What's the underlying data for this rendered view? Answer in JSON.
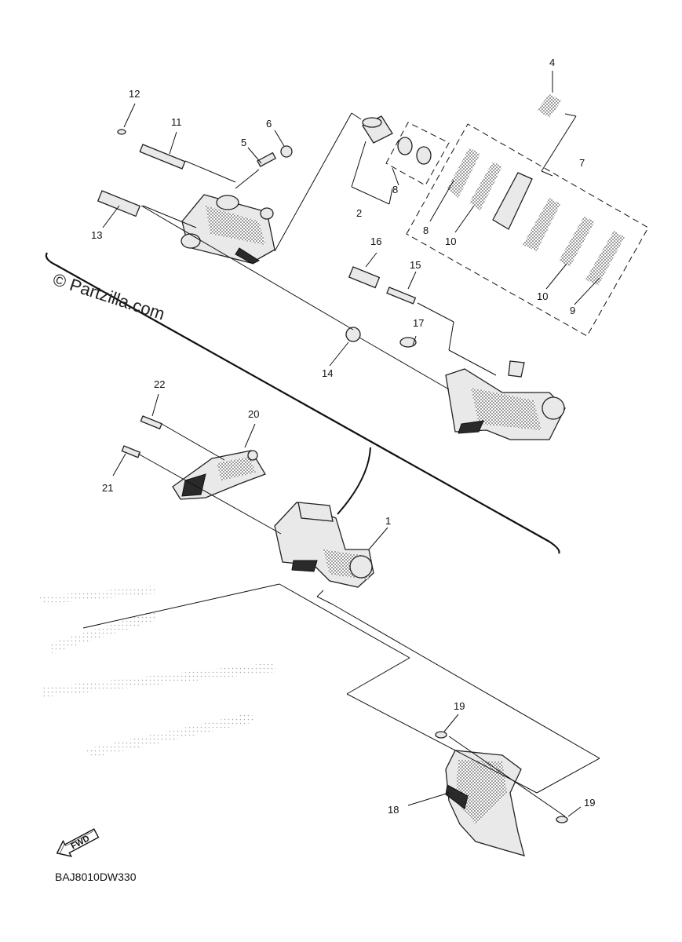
{
  "watermark": "© Partzilla.com",
  "diagram_code": "BAJ8010DW330",
  "fwd_label": "FWD",
  "callouts": {
    "c1": "1",
    "c2": "2",
    "c4": "4",
    "c5": "5",
    "c6": "6",
    "c7": "7",
    "c8a": "8",
    "c8b": "8",
    "c9": "9",
    "c10a": "10",
    "c10b": "10",
    "c11": "11",
    "c12": "12",
    "c13": "13",
    "c14": "14",
    "c15": "15",
    "c16": "16",
    "c17": "17",
    "c18": "18",
    "c19a": "19",
    "c19b": "19",
    "c20": "20",
    "c21": "21",
    "c22": "22"
  }
}
